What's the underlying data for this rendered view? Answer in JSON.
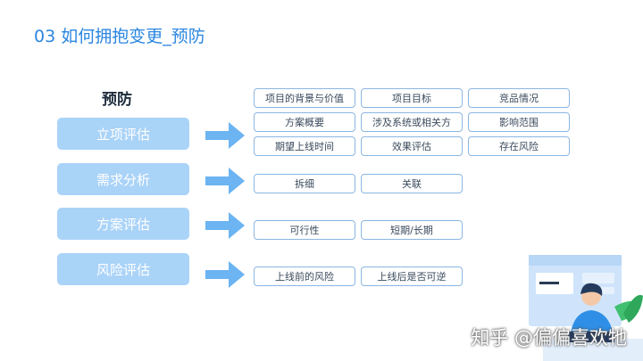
{
  "header": {
    "title": "03 如何拥抱变更_预防"
  },
  "section": {
    "label": "预防"
  },
  "steps": [
    {
      "label": "立项评估",
      "items": [
        "项目的背景与价值",
        "项目目标",
        "竞品情况",
        "方案概要",
        "涉及系统或相关方",
        "影响范围",
        "期望上线时间",
        "效果评估",
        "存在风险"
      ]
    },
    {
      "label": "需求分析",
      "items": [
        "拆细",
        "关联"
      ]
    },
    {
      "label": "方案评估",
      "items": [
        "可行性",
        "短期/长期"
      ]
    },
    {
      "label": "风险评估",
      "items": [
        "上线前的风险",
        "上线后是否可逆"
      ]
    }
  ],
  "watermark": {
    "text": "知乎 @偏偏喜欢牠"
  },
  "colors": {
    "accent": "#2b86e0",
    "step_fill": "#aad3f8",
    "box_border": "#8bb6e2",
    "arrow": "#6cb4f2"
  }
}
